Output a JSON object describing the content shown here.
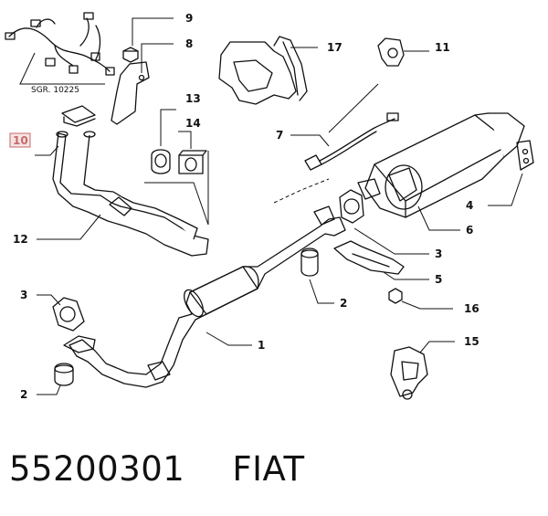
{
  "diagram": {
    "callouts": {
      "c1": "1",
      "c2a": "2",
      "c2b": "2",
      "c3a": "3",
      "c3b": "3",
      "c4": "4",
      "c5": "5",
      "c6": "6",
      "c7": "7",
      "c8": "8",
      "c9": "9",
      "c10": "10",
      "c11": "11",
      "c12": "12",
      "c13": "13",
      "c14": "14",
      "c15": "15",
      "c16": "16",
      "c17": "17"
    },
    "sgr_ref": "SGR. 10225"
  },
  "footer": {
    "part_number": "55200301",
    "brand": "FIAT"
  }
}
